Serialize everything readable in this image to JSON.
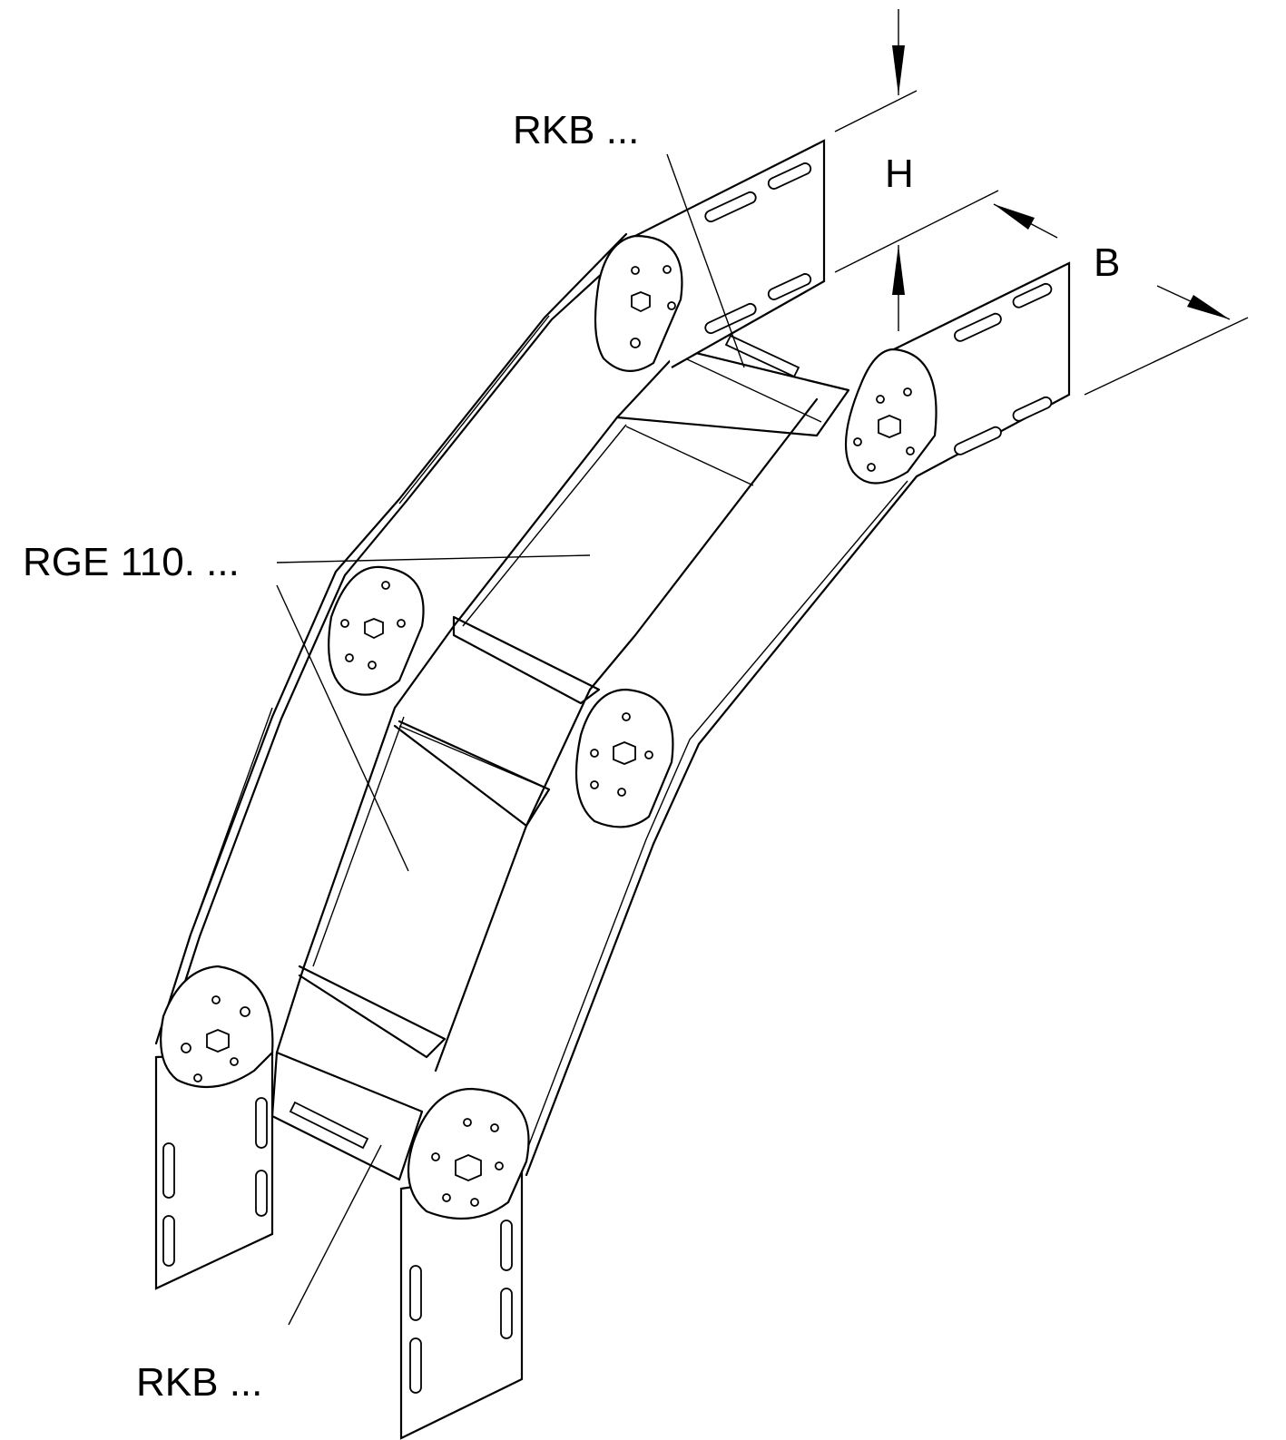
{
  "labels": {
    "rkb_top": "RKB ...",
    "rge": "RGE 110. ...",
    "rkb_bottom": "RKB ...",
    "dim_h": "H",
    "dim_b": "B"
  },
  "colors": {
    "line": "#000000",
    "background": "#ffffff"
  }
}
